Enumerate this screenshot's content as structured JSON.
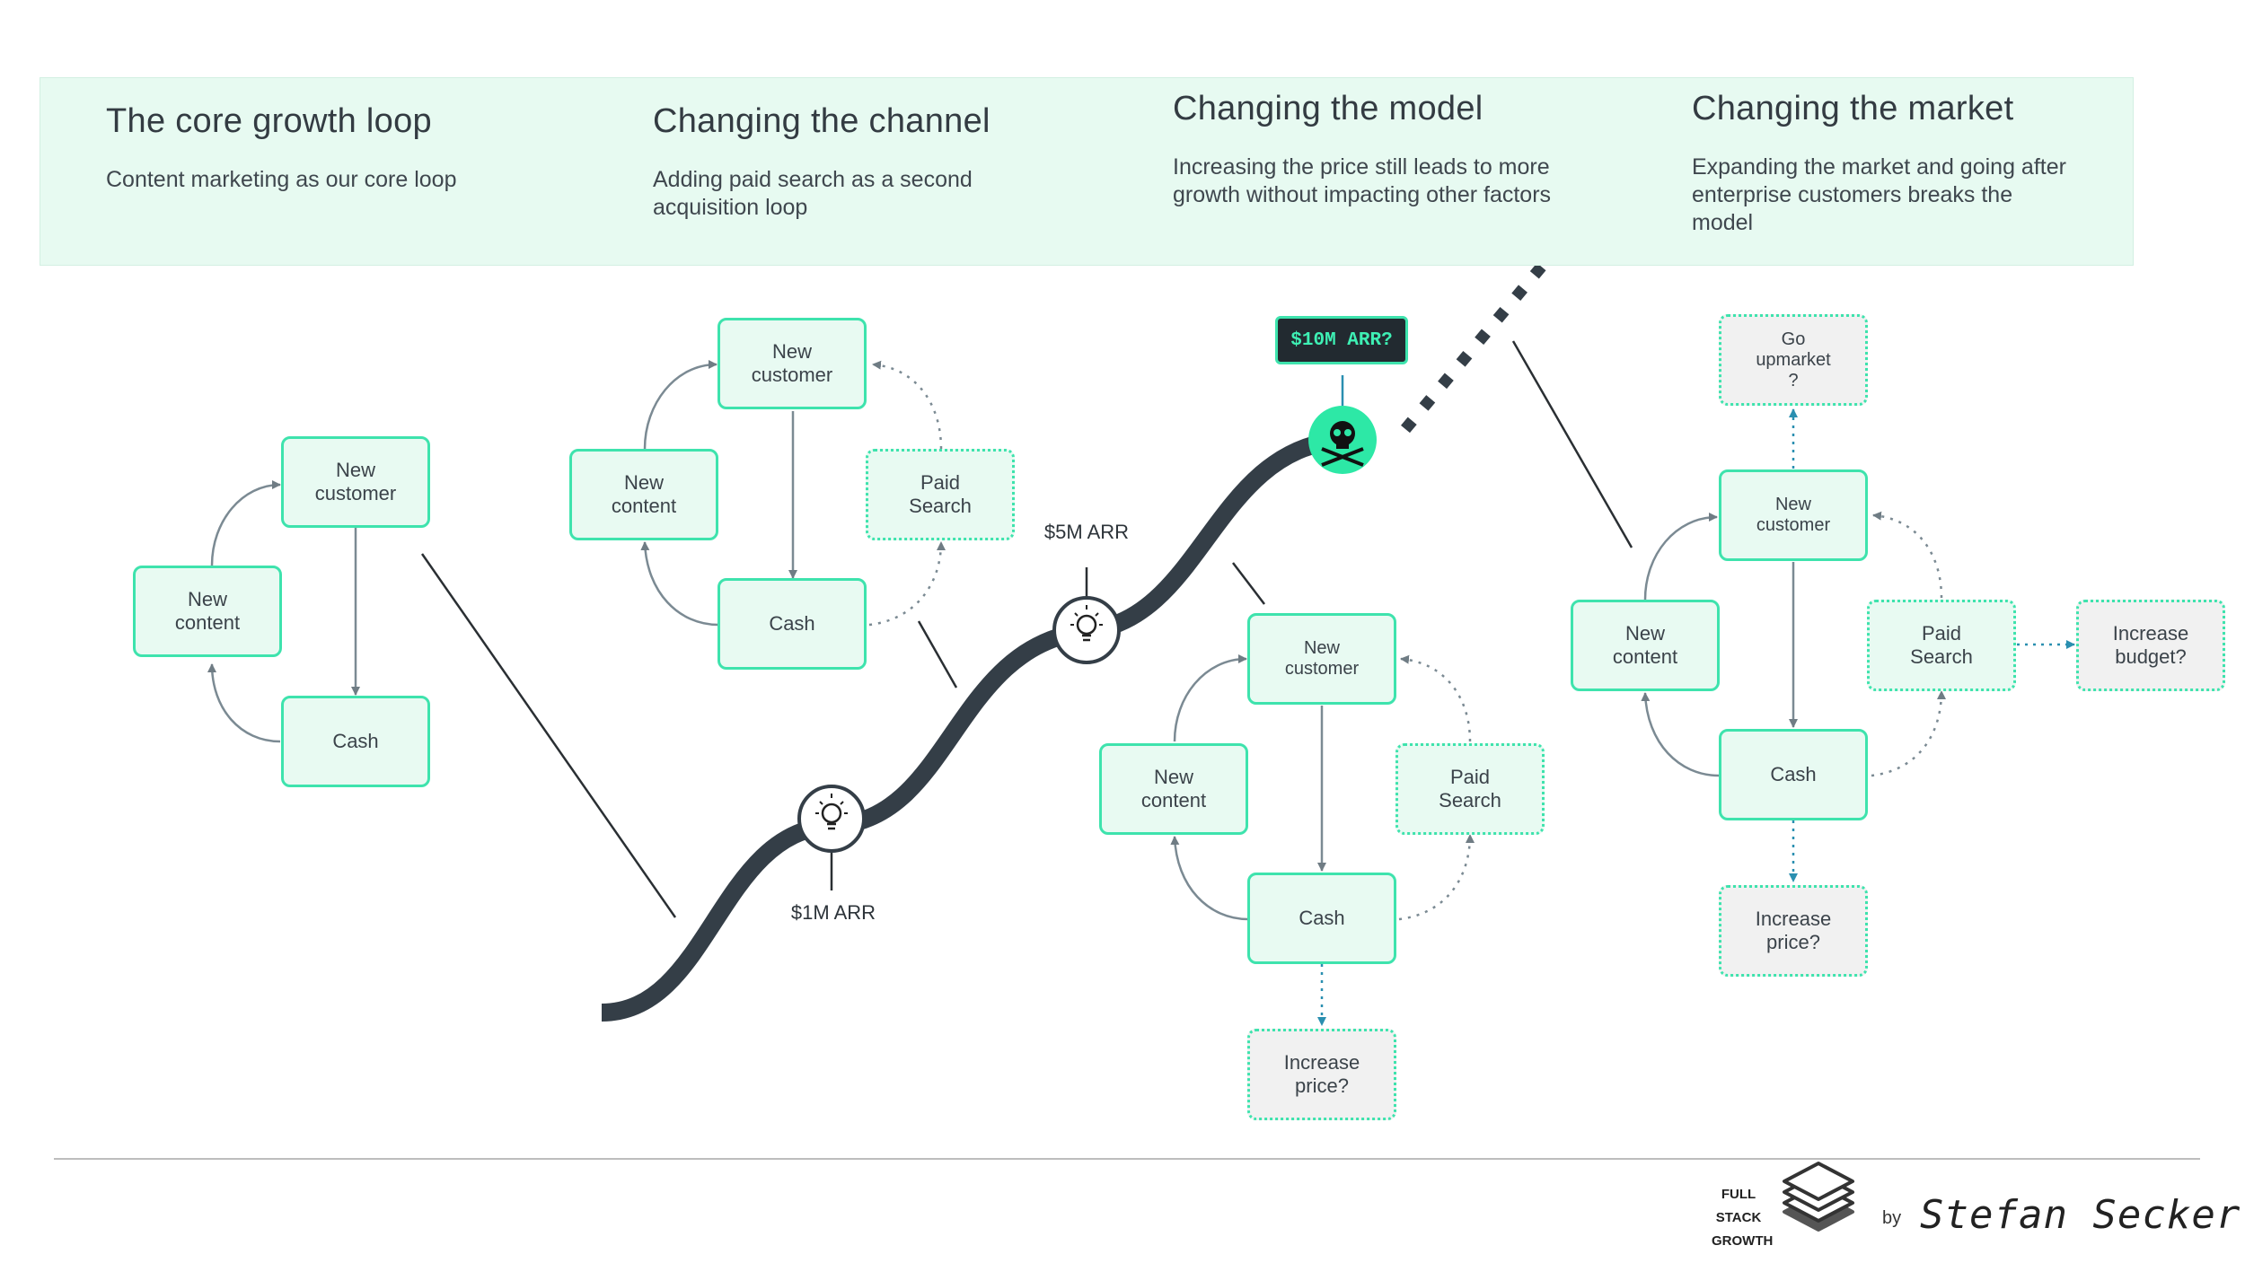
{
  "stages": [
    {
      "title": "The core growth loop",
      "desc": "Content marketing as our core loop"
    },
    {
      "title": "Changing the channel",
      "desc": "Adding paid search as a second acquisition loop"
    },
    {
      "title": "Changing the model",
      "desc": "Increasing the price still leads to more growth without impacting other factors"
    },
    {
      "title": "Changing the market",
      "desc": "Expanding the market and going after enterprise customers breaks the model"
    }
  ],
  "loop1": {
    "new_customer": "New\ncustomer",
    "new_content": "New\ncontent",
    "cash": "Cash"
  },
  "loop2": {
    "new_customer": "New\ncustomer",
    "new_content": "New\ncontent",
    "cash": "Cash",
    "paid_search": "Paid\nSearch"
  },
  "loop3": {
    "new_customer": "New\ncustomer",
    "new_content": "New\ncontent",
    "cash": "Cash",
    "paid_search": "Paid\nSearch",
    "increase_price": "Increase\nprice?"
  },
  "loop4": {
    "go_upmarket": "Go\nupmarket\n?",
    "new_customer": "New\ncustomer",
    "new_content": "New\ncontent",
    "cash": "Cash",
    "paid_search": "Paid\nSearch",
    "increase_budget": "Increase\nbudget?",
    "increase_price": "Increase\nprice?"
  },
  "milestones": {
    "m1": "$1M ARR",
    "m5": "$5M ARR",
    "m10": "$10M ARR?"
  },
  "icons": {
    "milestone": "lightbulb-icon",
    "end": "skull-crossbones-icon",
    "stage_arrow": "chevron-right-icon",
    "brand": "layers-stack-icon"
  },
  "colors": {
    "accent": "#3ee3ad",
    "curve": "#343e47",
    "banner": "#e7faf1",
    "line": "#7b8a93"
  },
  "footer": {
    "brand_line1": "FULL",
    "brand_line2": "STACK",
    "brand_line3": "GROWTH",
    "by": "by",
    "author": "Stefan Secker"
  }
}
